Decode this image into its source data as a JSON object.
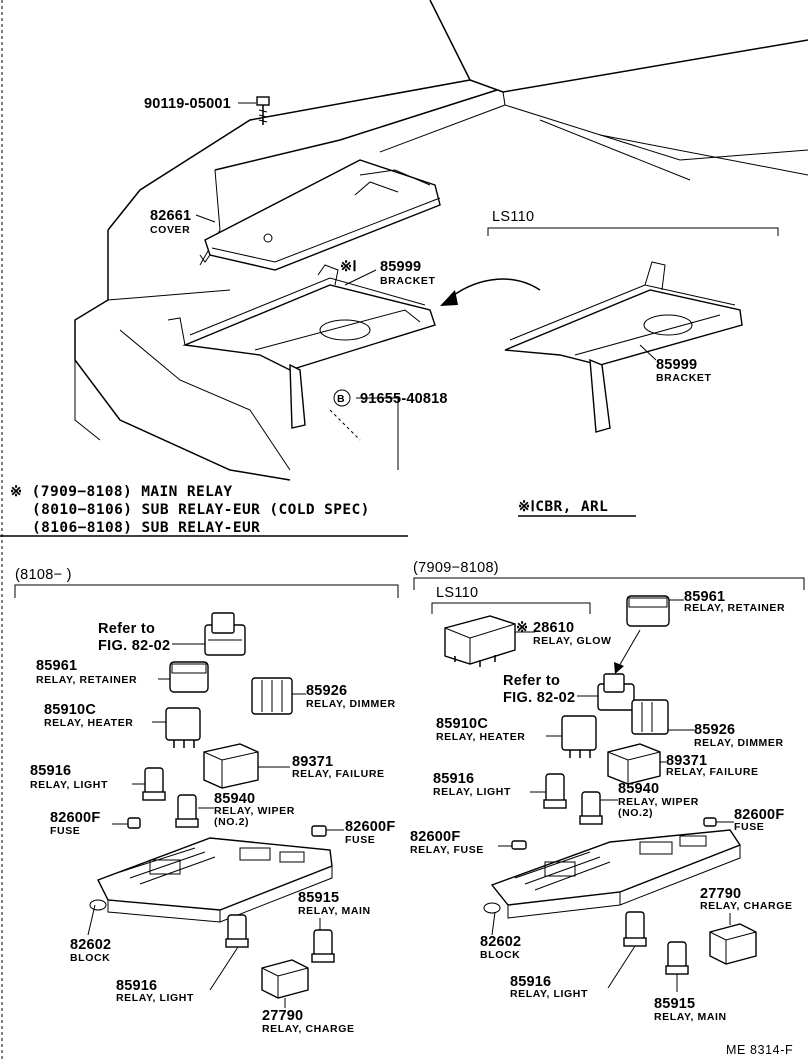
{
  "diagram": {
    "figure_id": "ME 8314-F",
    "notes": {
      "line1": "※ (7909−8108) MAIN RELAY",
      "line2": "(8010−8106) SUB RELAY-EUR (COLD SPEC)",
      "line3": "(8106−8108) SUB RELAY-EUR",
      "cbr": "※ⅠCBR, ARL"
    },
    "top": {
      "bolt": {
        "part": "90119-05001"
      },
      "cover": {
        "part": "82661",
        "name": "COVER"
      },
      "bracket": {
        "prefix": "※Ⅰ",
        "part": "85999",
        "name": "BRACKET"
      },
      "bolt2": {
        "circle": "B",
        "part": "91655-40818"
      },
      "ls110_label": "LS110",
      "bracket_ls110": {
        "part": "85999",
        "name": "BRACKET"
      }
    },
    "left": {
      "range": "(8108−        )",
      "refer": {
        "line1": "Refer to",
        "line2": "FIG. 82-02"
      },
      "items": {
        "retainer": {
          "part": "85961",
          "name": "RELAY, RETAINER"
        },
        "dimmer": {
          "part": "85926",
          "name": "RELAY, DIMMER"
        },
        "heater": {
          "part": "85910C",
          "name": "RELAY, HEATER"
        },
        "failure": {
          "part": "89371",
          "name": "RELAY, FAILURE"
        },
        "light_a": {
          "part": "85916",
          "name": "RELAY, LIGHT"
        },
        "wiper": {
          "part": "85940",
          "name": "RELAY, WIPER",
          "sub": "(NO.2)"
        },
        "fuse_a": {
          "part": "82600F",
          "name": "FUSE"
        },
        "fuse_b": {
          "part": "82600F",
          "name": "FUSE"
        },
        "main": {
          "part": "85915",
          "name": "RELAY, MAIN"
        },
        "block": {
          "part": "82602",
          "name": "BLOCK"
        },
        "light_b": {
          "part": "85916",
          "name": "RELAY, LIGHT"
        },
        "charge": {
          "part": "27790",
          "name": "RELAY, CHARGE"
        }
      }
    },
    "right": {
      "range": "(7909−8108)",
      "ls110": "LS110",
      "refer": {
        "line1": "Refer to",
        "line2": "FIG. 82-02"
      },
      "items": {
        "glow": {
          "prefix": "※",
          "part": "28610",
          "name": "RELAY, GLOW"
        },
        "retainer": {
          "part": "85961",
          "name": "RELAY, RETAINER"
        },
        "heater": {
          "part": "85910C",
          "name": "RELAY, HEATER"
        },
        "dimmer": {
          "part": "85926",
          "name": "RELAY, DIMMER"
        },
        "failure": {
          "part": "89371",
          "name": "RELAY, FAILURE"
        },
        "light_a": {
          "part": "85916",
          "name": "RELAY, LIGHT"
        },
        "wiper": {
          "part": "85940",
          "name": "RELAY, WIPER",
          "sub": "(NO.2)"
        },
        "fuse_a": {
          "part": "82600F",
          "name": "FUSE"
        },
        "fuse_b": {
          "part": "82600F",
          "name": "RELAY, FUSE"
        },
        "charge": {
          "part": "27790",
          "name": "RELAY, CHARGE"
        },
        "block": {
          "part": "82602",
          "name": "BLOCK"
        },
        "light_b": {
          "part": "85916",
          "name": "RELAY, LIGHT"
        },
        "main": {
          "part": "85915",
          "name": "RELAY, MAIN"
        }
      }
    }
  }
}
